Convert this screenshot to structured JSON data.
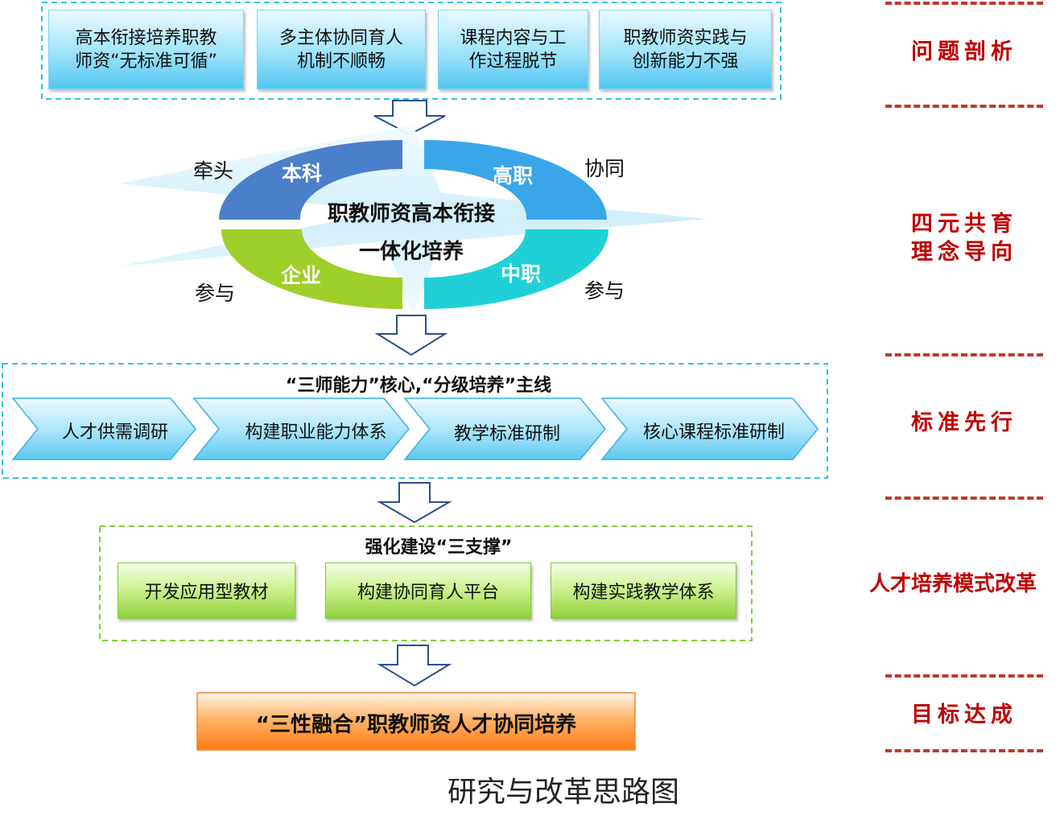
{
  "problems": [
    {
      "line1": "高本衔接培养职教",
      "line2": "师资“无标准可循”"
    },
    {
      "line1": "多主体协同育人",
      "line2": "机制不顺畅"
    },
    {
      "line1": "课程内容与工",
      "line2": "作过程脱节"
    },
    {
      "line1": "职教师资实践与",
      "line2": "创新能力不强"
    }
  ],
  "ring": {
    "center_line1": "职教师资高本衔接",
    "center_line2": "一体化培养",
    "quadrants": {
      "top_left": "本科",
      "top_right": "高职",
      "bottom_left": "企业",
      "bottom_right": "中职"
    },
    "roles": {
      "top_left": "牵头",
      "top_right": "协同",
      "bottom_left": "参与",
      "bottom_right": "参与"
    },
    "colors": {
      "top_left": "#4a7fc9",
      "top_right": "#3aa6ea",
      "bottom_left": "#9fcf2a",
      "bottom_right": "#1fd1d6"
    }
  },
  "standards": {
    "title": "“三师能力”核心,“分级培养”主线",
    "steps": [
      "人才供需调研",
      "构建职业能力体系",
      "教学标准研制",
      "核心课程标准研制"
    ]
  },
  "supports": {
    "title": "强化建设“三支撑”",
    "items": [
      "开发应用型教材",
      "构建协同育人平台",
      "构建实践教学体系"
    ]
  },
  "goal": "“三性融合”职教师资人才协同培养",
  "stages": {
    "analysis": "问题剖析",
    "concept_line1": "四元共育",
    "concept_line2": "理念导向",
    "standard": "标准先行",
    "reform": "人才培养模式改革",
    "goal": "目标达成"
  },
  "caption": "研究与改革思路图"
}
